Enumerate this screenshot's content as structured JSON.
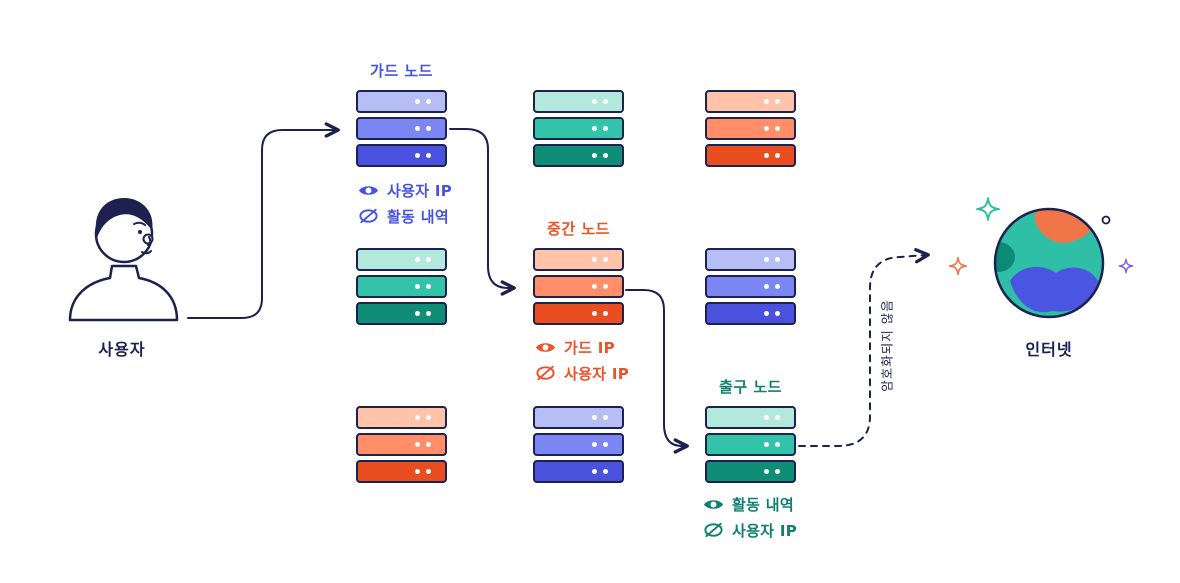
{
  "diagram": {
    "user_label": "사용자",
    "internet_label": "인터넷",
    "unencrypted_label": "암호화되지 않음"
  },
  "nodes": {
    "guard": {
      "title": "가드 노드",
      "color": "#4553e2",
      "labels": [
        {
          "icon": "eye",
          "text": "사용자 IP"
        },
        {
          "icon": "eye-slash",
          "text": "활동 내역"
        }
      ]
    },
    "middle": {
      "title": "중간 노드",
      "color": "#ee5226",
      "labels": [
        {
          "icon": "eye",
          "text": "가드 IP"
        },
        {
          "icon": "eye-slash",
          "text": "사용자 IP"
        }
      ]
    },
    "exit": {
      "title": "출구 노드",
      "color": "#0d8070",
      "labels": [
        {
          "icon": "eye",
          "text": "활동 내역"
        },
        {
          "icon": "eye-slash",
          "text": "사용자 IP"
        }
      ]
    }
  },
  "palette": {
    "blue": [
      "#b7bef6",
      "#7b86f2",
      "#4a52dd"
    ],
    "teal": [
      "#b2e9dc",
      "#33c3a8",
      "#0f8d77"
    ],
    "orange": [
      "#ffc3a9",
      "#ff8e69",
      "#e84e1f"
    ]
  },
  "colors": {
    "outline": "#1d2150",
    "globe_sea": "#2fbfa6",
    "globe_land_orange": "#f0764a",
    "globe_land_blue": "#4a55e1",
    "globe_land_dark": "#0d8a76",
    "sparkle_teal": "#2bbfa4",
    "sparkle_orange": "#f0764a",
    "sparkle_purple": "#7a5cf0"
  },
  "stacks": [
    {
      "name": "guard-node-stack",
      "col": 0,
      "row": 0,
      "palette": "blue"
    },
    {
      "name": "relay-stack-1",
      "col": 0,
      "row": 1,
      "palette": "teal"
    },
    {
      "name": "relay-stack-2",
      "col": 0,
      "row": 2,
      "palette": "orange"
    },
    {
      "name": "relay-stack-3",
      "col": 1,
      "row": 0,
      "palette": "teal"
    },
    {
      "name": "middle-node-stack",
      "col": 1,
      "row": 1,
      "palette": "orange"
    },
    {
      "name": "relay-stack-4",
      "col": 1,
      "row": 2,
      "palette": "blue"
    },
    {
      "name": "relay-stack-5",
      "col": 2,
      "row": 0,
      "palette": "orange"
    },
    {
      "name": "relay-stack-6",
      "col": 2,
      "row": 1,
      "palette": "blue"
    },
    {
      "name": "exit-node-stack",
      "col": 2,
      "row": 2,
      "palette": "teal"
    }
  ]
}
